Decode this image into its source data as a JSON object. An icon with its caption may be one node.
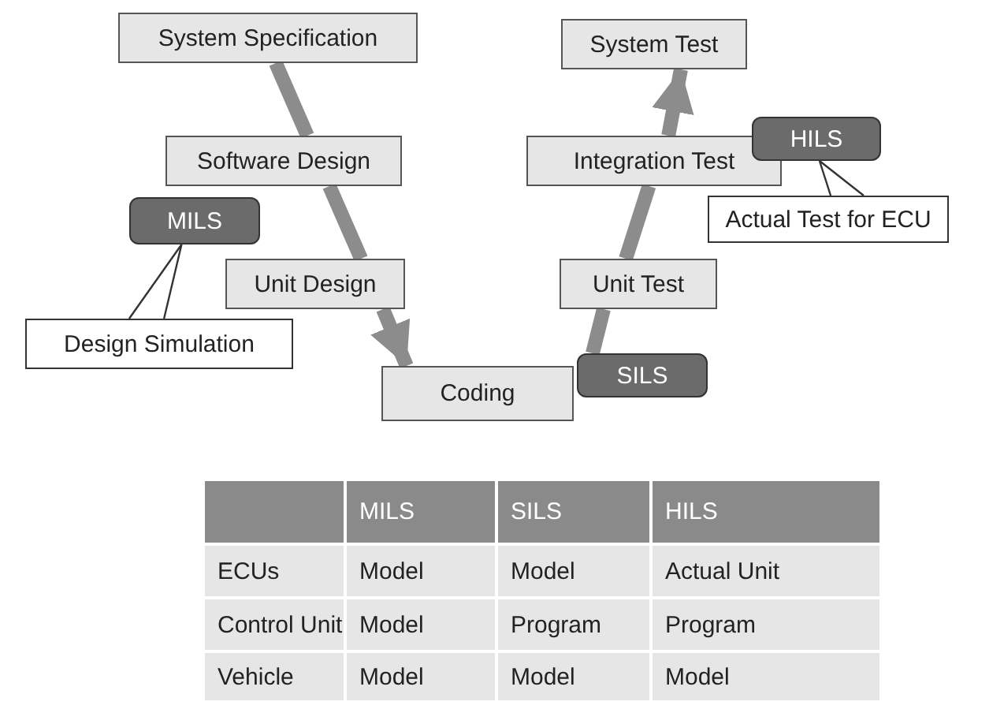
{
  "diagram": {
    "nodes": [
      {
        "text": [
          "System Specification"
        ]
      },
      {
        "text": [
          "Software Design"
        ]
      },
      {
        "text": [
          "MILS"
        ]
      },
      {
        "text": [
          "Unit Design"
        ]
      },
      {
        "text": [
          "Design Simulation"
        ]
      },
      {
        "text": [
          "Coding"
        ]
      },
      {
        "text": [
          "SILS"
        ]
      },
      {
        "text": [
          "Unit Test"
        ]
      },
      {
        "text": [
          "Integration Test"
        ]
      },
      {
        "text": [
          "HILS"
        ]
      },
      {
        "text": [
          "Actual Test for ECU"
        ]
      },
      {
        "text": [
          "System Test"
        ]
      }
    ],
    "edges": [
      {
        "from": 0,
        "to": 1,
        "arrow": "none"
      },
      {
        "from": 1,
        "to": 3,
        "arrow": "none"
      },
      {
        "from": 3,
        "to": 5,
        "arrow": "to"
      },
      {
        "from": 6,
        "to": 7,
        "arrow": "none"
      },
      {
        "from": 7,
        "to": 8,
        "arrow": "none"
      },
      {
        "from": 8,
        "to": 11,
        "arrow": "to"
      },
      {
        "from": 4,
        "to": 2,
        "arrow": "none",
        "color": "#333333"
      },
      {
        "from": 10,
        "to": 9,
        "arrow": "none",
        "color": "#333333"
      }
    ],
    "labels": [
      "MILS",
      "SILS",
      "HILS",
      "ECUs",
      "Model",
      "Model",
      "Actual Unit",
      "Control Unit",
      "Model",
      "Program",
      "Program",
      "Vehicle",
      "Model",
      "Model",
      "Model"
    ]
  }
}
